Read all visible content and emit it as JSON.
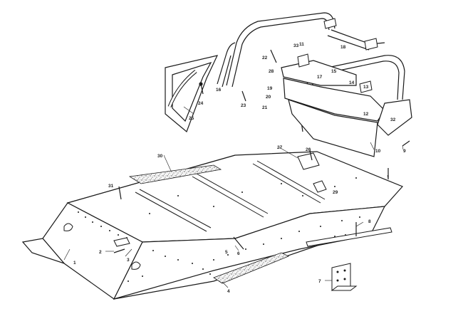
{
  "colors": {
    "ink": "#1a1a1a",
    "paper": "#ffffff",
    "speckle": "#6e6e6e"
  },
  "callouts": {
    "c1": "1",
    "c2": "2",
    "c3": "3",
    "c4": "4",
    "c5": "5",
    "c6": "6",
    "c7": "7",
    "c8": "8",
    "c9": "9",
    "c10": "10",
    "c11": "11",
    "c12": "12",
    "c13": "13",
    "c14": "14",
    "c15": "15",
    "c16": "16",
    "c17": "17",
    "c18": "18",
    "c19": "19",
    "c20": "20",
    "c21": "21",
    "c22": "22",
    "c23": "23",
    "c24": "24",
    "c25": "25",
    "c26": "26",
    "c27": "27",
    "c28": "28",
    "c29": "29",
    "c30": "30",
    "c31": "31",
    "c32": "32",
    "c33": "33"
  }
}
